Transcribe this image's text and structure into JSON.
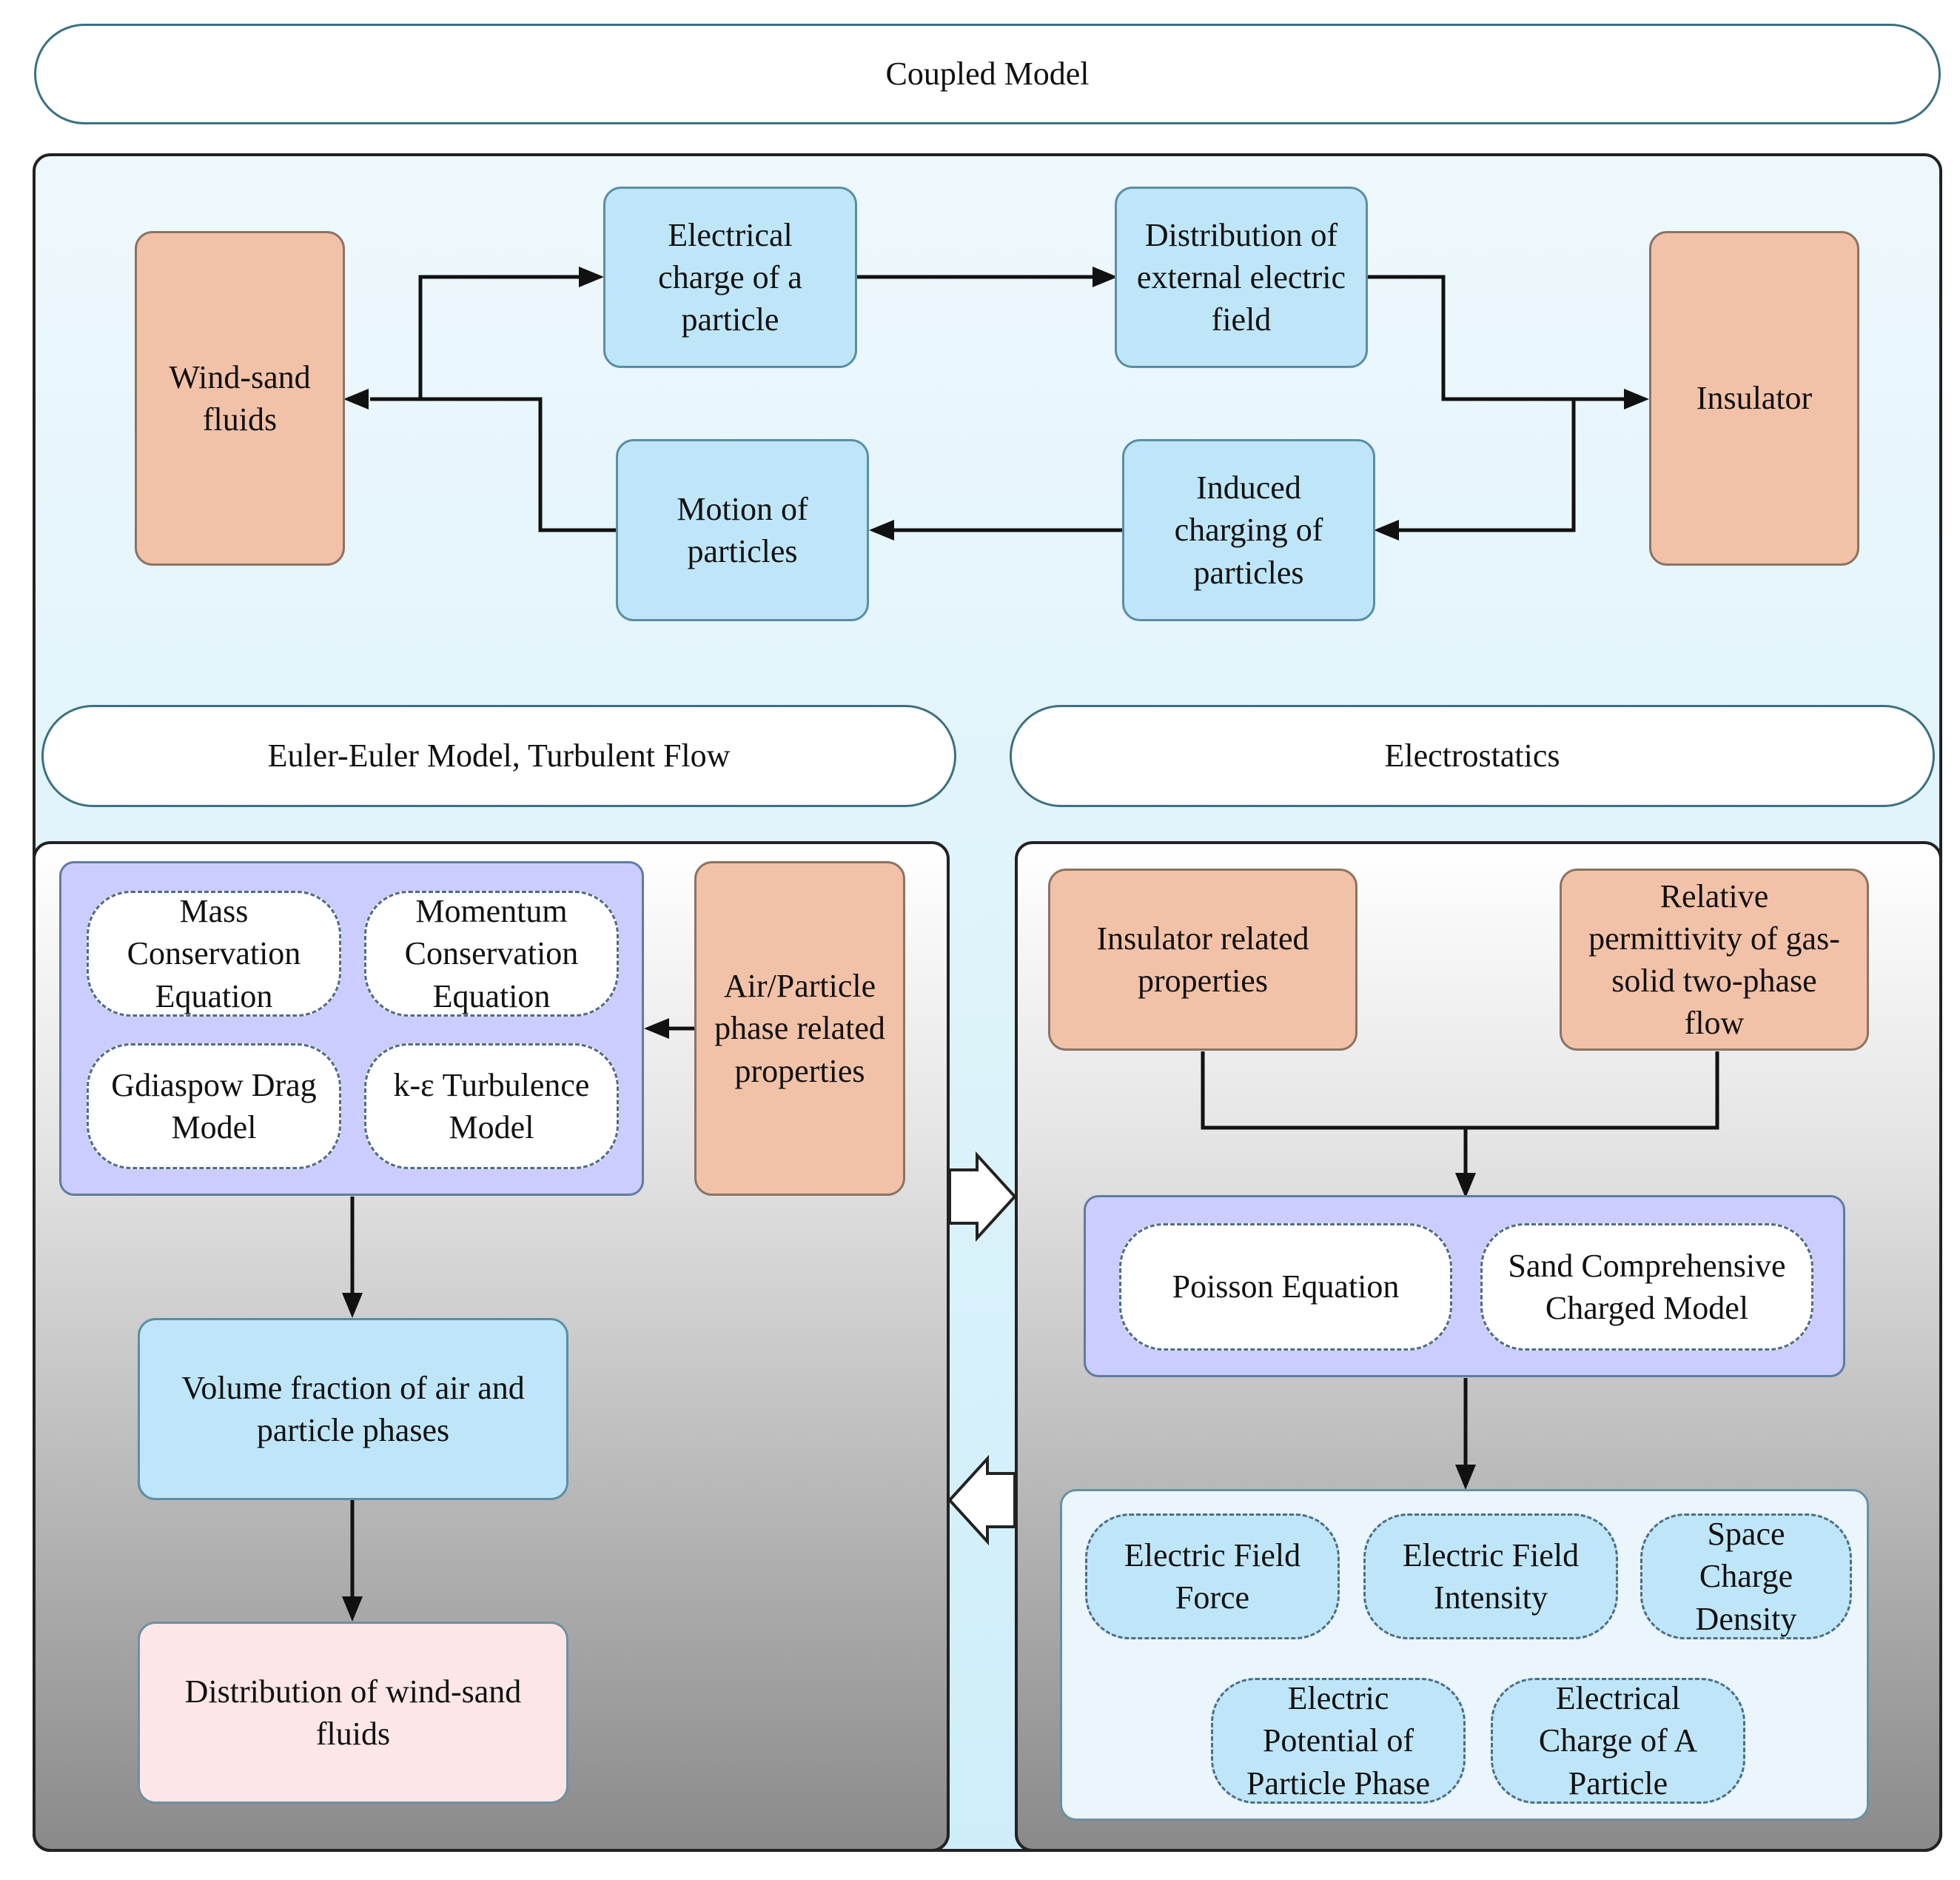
{
  "coupled_model": {
    "title": "Coupled Model",
    "wind_sand_fluids": "Wind-sand\nfluids",
    "electrical_charge": "Electrical\ncharge of a\nparticle",
    "distribution_external_field": "Distribution of\nexternal electric\nfield",
    "insulator": "Insulator",
    "motion_of_particles": "Motion of\nparticles",
    "induced_charging": "Induced\ncharging of\nparticles"
  },
  "euler_panel": {
    "title": "Euler-Euler Model, Turbulent Flow",
    "mass_conservation": "Mass\nConservation\nEquation",
    "momentum_conservation": "Momentum\nConservation\nEquation",
    "gidaspow_drag": "Gdiaspow Drag\nModel",
    "k_epsilon": "k-ε Turbulence\nModel",
    "air_particle_properties": "Air/Particle\nphase related\nproperties",
    "volume_fraction": "Volume fraction of air and\nparticle phases",
    "distribution_wind_sand": "Distribution of wind-sand\nfluids"
  },
  "electrostatics_panel": {
    "title": "Electrostatics",
    "insulator_properties": "Insulator related\nproperties",
    "relative_permittivity": "Relative\npermittivity of gas-\nsolid two-phase\nflow",
    "poisson_equation": "Poisson Equation",
    "sand_charged_model": "Sand Comprehensive\nCharged Model",
    "electric_field_force": "Electric Field\nForce",
    "electric_field_intensity": "Electric Field\nIntensity",
    "space_charge_density": "Space\nCharge\nDensity",
    "electric_potential": "Electric\nPotential of\nParticle Phase",
    "electrical_charge_particle": "Electrical\nCharge of A\nParticle"
  },
  "colors": {
    "light_blue_box": "#bfe6f8",
    "orange_box": "#f2c2a8",
    "pink_box": "#fde6e7",
    "purple_group": "#cccdff",
    "outer_panel_top": "#e9f6fb",
    "outer_panel_bottom": "#d2eef9",
    "sub_panel_gradient_top": "#ffffff",
    "sub_panel_gradient_bottom": "#8a8a8a"
  }
}
